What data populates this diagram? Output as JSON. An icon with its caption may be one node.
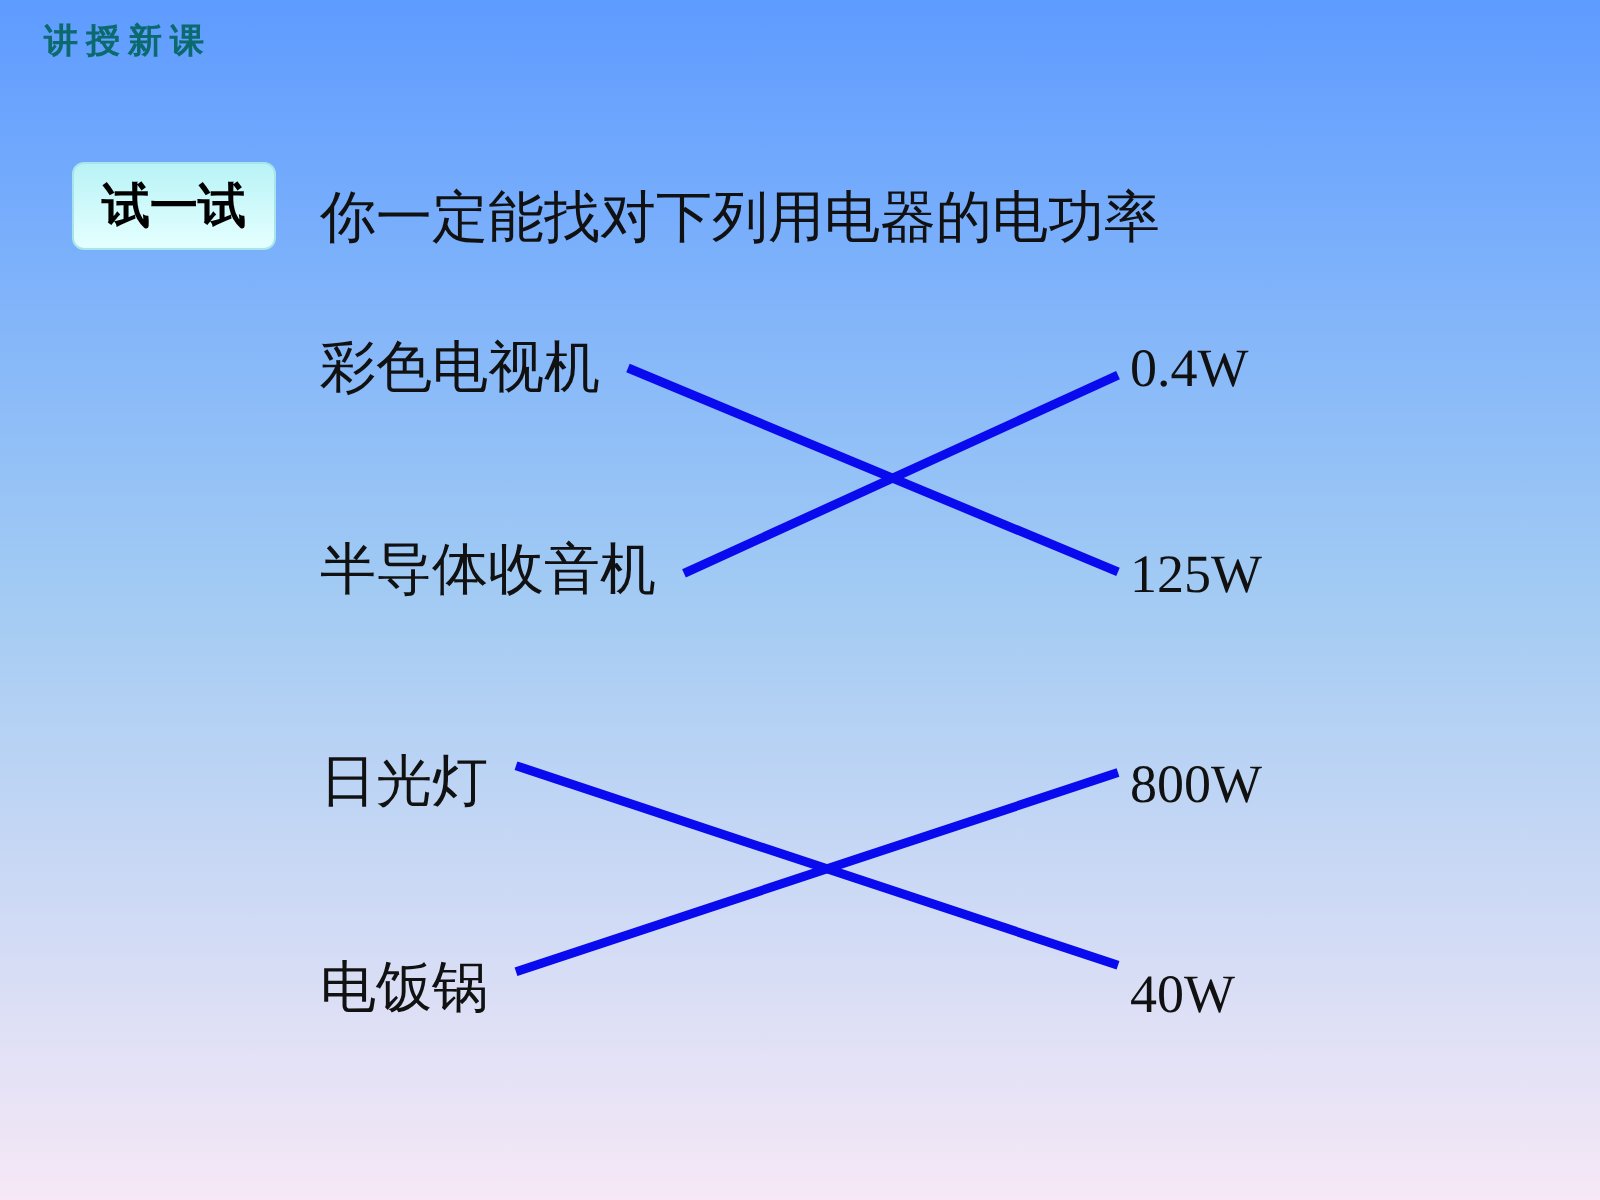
{
  "diagram": {
    "title": "你一定能找对下列用电器的电功率",
    "nodes": [
      {
        "text": [
          "试一试"
        ]
      },
      {
        "text": [
          "彩色电视机"
        ]
      },
      {
        "text": [
          "0.4W"
        ]
      },
      {
        "text": [
          "半导体收音机"
        ]
      },
      {
        "text": [
          "125W"
        ]
      },
      {
        "text": [
          "日光灯"
        ]
      },
      {
        "text": [
          "800W"
        ]
      },
      {
        "text": [
          "电饭锅"
        ]
      },
      {
        "text": [
          "40W"
        ]
      }
    ],
    "edges": [
      {
        "from": 1,
        "to": 4,
        "arrow": "none"
      },
      {
        "from": 3,
        "to": 2,
        "arrow": "none"
      },
      {
        "from": 5,
        "to": 8,
        "arrow": "none"
      },
      {
        "from": 7,
        "to": 6,
        "arrow": "none"
      }
    ],
    "labels": [
      "讲授新课"
    ]
  }
}
